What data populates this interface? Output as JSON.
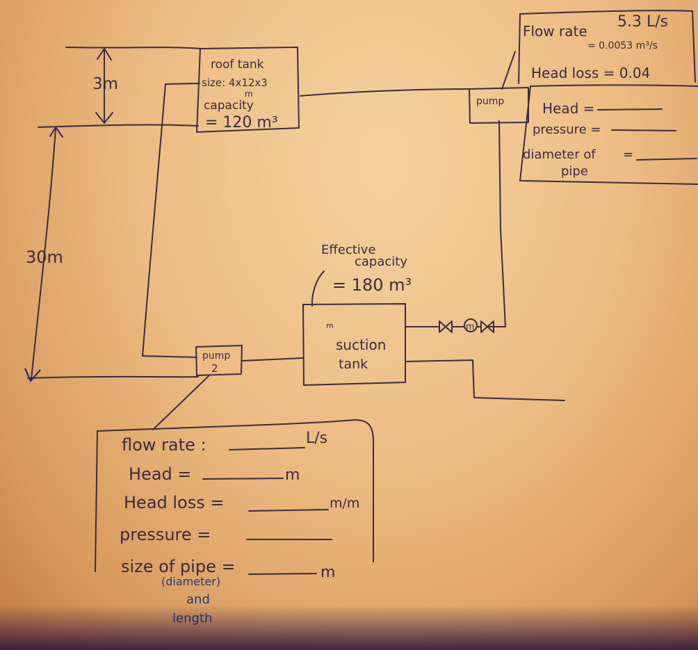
{
  "diagram": {
    "roof_tank": {
      "label": "roof tank",
      "size_text": "size: 4x12x3",
      "size_unit": "m",
      "capacity_label": "capacity",
      "capacity_value": "= 120 m³"
    },
    "height_upper": "3m",
    "height_lower": "30m",
    "pump_top": {
      "label": "pump"
    },
    "pump_bottom": {
      "label_line1": "pump",
      "label_line2": "2"
    },
    "suction_tank": {
      "label_line1": "suction",
      "label_line2": "tank",
      "effective_label_line1": "Effective",
      "effective_label_line2": "capacity",
      "effective_value": "= 180 m³",
      "level_mark": "m"
    },
    "valve_meter": {
      "label": "m"
    },
    "top_info_box": {
      "flow_rate_label": "Flow rate",
      "flow_rate_value": "5.3 L/s",
      "flow_rate_converted": "= 0.0053 m³/s",
      "head_loss": "Head loss = 0.04",
      "head": "Head =",
      "pressure": "pressure =",
      "diameter_line1": "diameter of",
      "diameter_line2": "pipe",
      "diameter_eq": "="
    },
    "bottom_info_box": {
      "flow_rate": "flow rate :",
      "flow_rate_unit": "L/s",
      "head": "Head =",
      "head_unit": "m",
      "head_loss": "Head loss =",
      "head_loss_unit": "m/m",
      "pressure": "pressure =",
      "size_of_pipe": "size of pipe =",
      "size_unit": "m",
      "note_line1": "(diameter)",
      "note_line2": "and",
      "note_line3": "length"
    }
  }
}
